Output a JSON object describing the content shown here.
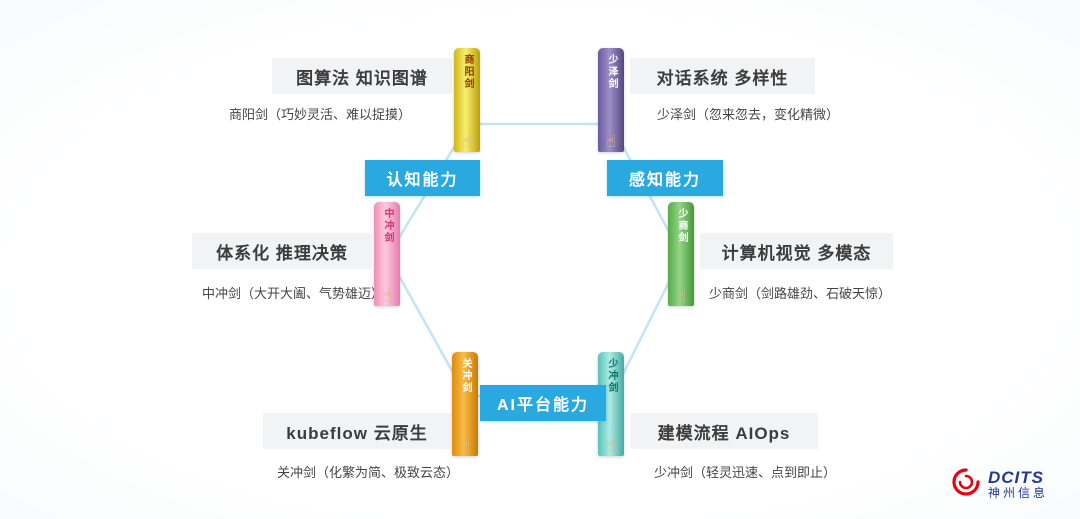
{
  "banners": {
    "cognition": "认知能力",
    "perception": "感知能力",
    "platform": "AI平台能力"
  },
  "nodes": [
    {
      "title": "图算法 知识图谱",
      "subtitle": "商阳剑（巧妙灵活、难以捉摸）",
      "sword": "商阳剑"
    },
    {
      "title": "对话系统 多样性",
      "subtitle": "少泽剑（忽来忽去，变化精微）",
      "sword": "少泽剑"
    },
    {
      "title": "体系化 推理决策",
      "subtitle": "中冲剑（大开大阖、气势雄迈）",
      "sword": "中冲剑"
    },
    {
      "title": "计算机视觉 多模态",
      "subtitle": "少商剑（剑路雄劲、石破天惊）",
      "sword": "少商剑"
    },
    {
      "title": "kubeflow 云原生",
      "subtitle": "关冲剑（化繁为简、极致云态）",
      "sword": "关冲剑"
    },
    {
      "title": "建模流程 AIOps",
      "subtitle": "少冲剑（轻灵迅速、点到即止）",
      "sword": "少冲剑"
    }
  ],
  "icons": {
    "pointing_hand": "☝"
  },
  "logo": {
    "brand": "DCITS",
    "company": "神州信息"
  },
  "colors": {
    "banner_blue": "#2aa8e0",
    "hexagon_line": "#c3e4f3",
    "sword_yellow": "#f2e44a",
    "sword_purple": "#8578b3",
    "sword_pink": "#f6a9cb",
    "sword_green": "#6fc05f",
    "sword_orange": "#efa21d",
    "sword_cyan": "#7fd6cd"
  }
}
